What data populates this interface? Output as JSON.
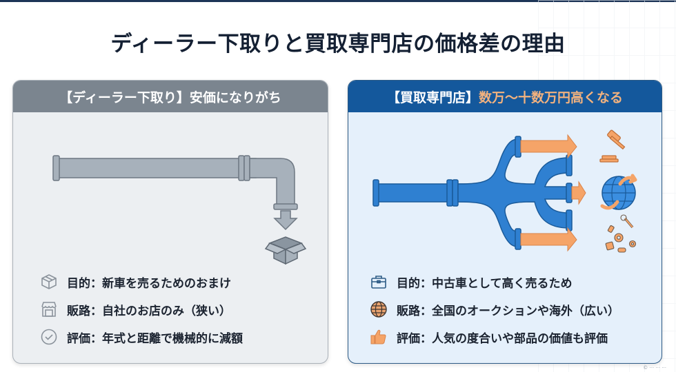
{
  "title": "ディーラー下取りと買取専門店の価格差の理由",
  "left_card": {
    "header": "【ディーラー下取り】安価になりがち",
    "illustration": "single-pipe-to-box",
    "items": [
      {
        "icon": "box-icon",
        "label": "目的",
        "sep": "：",
        "text": "新車を売るためのおまけ"
      },
      {
        "icon": "storefront-icon",
        "label": "販路",
        "sep": "：",
        "text": "自社のお店のみ（狭い）"
      },
      {
        "icon": "check-circle-icon",
        "label": "評価",
        "sep": "：",
        "text": "年式と距離で機械的に減額"
      }
    ],
    "colors": {
      "header_bg": "#7b858f",
      "body_bg": "#eceff2",
      "pipe": "#a7b1bb"
    }
  },
  "right_card": {
    "header_prefix": "【買取専門店】",
    "header_accent": "数万〜十数万円高くなる",
    "illustration": "branching-pipe-to-channels",
    "channels": [
      {
        "icon": "gavel-icon",
        "name": "auction"
      },
      {
        "icon": "globe-exchange-icon",
        "name": "overseas"
      },
      {
        "icon": "parts-icon",
        "name": "parts"
      }
    ],
    "items": [
      {
        "icon": "briefcase-icon",
        "label": "目的",
        "sep": "：",
        "text": "中古車として高く売るため"
      },
      {
        "icon": "globe-icon",
        "label": "販路",
        "sep": "：",
        "text": "全国のオークションや海外（広い）"
      },
      {
        "icon": "thumbs-up-icon",
        "label": "評価",
        "sep": "：",
        "text": "人気の度合いや部品の価値も評価"
      }
    ],
    "colors": {
      "header_bg": "#14589c",
      "accent": "#f3b27e",
      "body_bg": "#e5f0fb",
      "pipe": "#2f80d1",
      "arrow": "#f5a468"
    }
  },
  "footer_note": "© ··· ··· ···"
}
